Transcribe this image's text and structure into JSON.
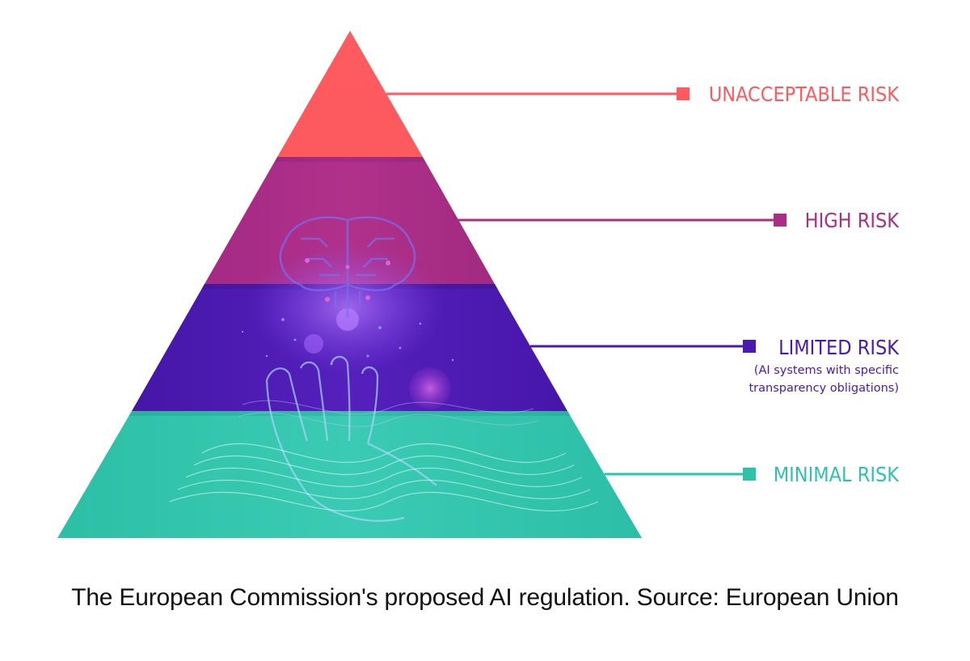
{
  "tiers": [
    {
      "id": "unacceptable",
      "label": "UNACCEPTABLE RISK",
      "note": "",
      "color": "#ff5a5f"
    },
    {
      "id": "high",
      "label": "HIGH RISK",
      "note": "",
      "color": "#ab2d84"
    },
    {
      "id": "limited",
      "label": "LIMITED RISK",
      "note_line1": "(AI systems with specific",
      "note_line2": "transparency obligations)",
      "color": "#4a19b0"
    },
    {
      "id": "minimal",
      "label": "MINIMAL RISK",
      "note": "",
      "color": "#2ec2a9"
    }
  ],
  "caption": "The European Commission's proposed AI regulation. Source: European Union",
  "decor": {
    "illustration": "ai-brain-and-hand-illustration"
  }
}
